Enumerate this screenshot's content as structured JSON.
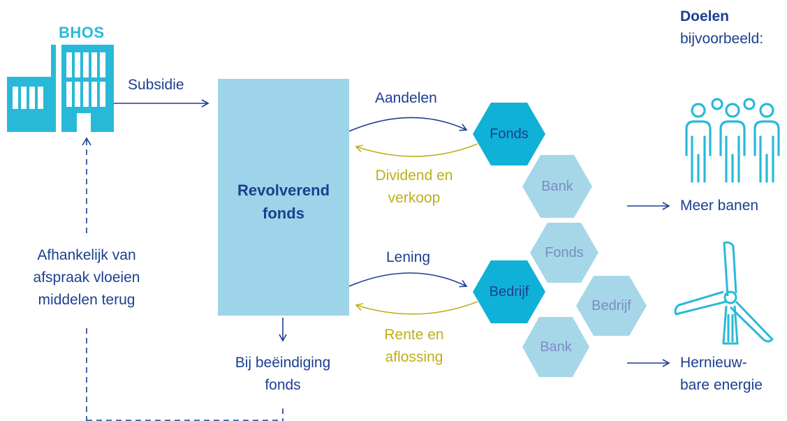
{
  "bhos_label": "BHOS",
  "subsidie_label": "Subsidie",
  "revolverend_fonds": {
    "line1": "Revolverend",
    "line2": "fonds"
  },
  "aandelen_label": "Aandelen",
  "dividend_label": {
    "line1": "Dividend en",
    "line2": "verkoop"
  },
  "lening_label": "Lening",
  "rente_label": {
    "line1": "Rente en",
    "line2": "aflossing"
  },
  "beeindiging_label": {
    "line1": "Bij beëindiging",
    "line2": "fonds"
  },
  "afhankelijk_label": {
    "line1": "Afhankelijk van",
    "line2": "afspraak vloeien",
    "line3": "middelen terug"
  },
  "doelen": {
    "title": "Doelen",
    "subtitle": "bijvoorbeeld:"
  },
  "hexagons": {
    "fonds_primary": "Fonds",
    "bank_1": "Bank",
    "fonds_2": "Fonds",
    "bedrijf_primary": "Bedrijf",
    "bedrijf_2": "Bedrijf",
    "bank_2": "Bank"
  },
  "goals": {
    "meer_banen": "Meer banen",
    "hernieuw_line1": "Hernieuw-",
    "hernieuw_line2": "bare energie"
  },
  "colors": {
    "navy": "#1b3f8f",
    "olive": "#bcb01a",
    "fund_box": "#9dd4e9",
    "hex_dark": "#0fb1d6",
    "hex_light": "#a5d7e9",
    "icon": "#29b9d8"
  }
}
